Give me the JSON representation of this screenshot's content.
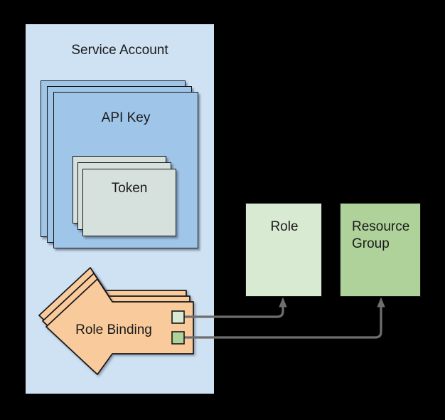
{
  "canvas": {
    "background": "#000000"
  },
  "service_account": {
    "label": "Service Account",
    "fill": "#cfe2f3"
  },
  "api_key_stack": {
    "label": "API Key",
    "fill": "#9fc5e8",
    "layers": 3
  },
  "token_stack": {
    "label": "Token",
    "fill": "#d6e0dc",
    "layers": 3
  },
  "role_binding": {
    "label": "Role Binding",
    "fill": "#f9cb9c",
    "layers": 3,
    "ports": {
      "role_port": {
        "fill": "#d9ead3"
      },
      "resource_group_port": {
        "fill": "#aed299"
      }
    }
  },
  "role_box": {
    "label": "Role",
    "fill": "#d9ead3"
  },
  "resource_group_box": {
    "label": "Resource Group",
    "fill": "#aed299"
  },
  "connectors": {
    "color": "#6e6e6e",
    "role_link": {
      "from": "role_binding.role_port",
      "to": "role_box"
    },
    "resource_group_link": {
      "from": "role_binding.resource_group_port",
      "to": "resource_group_box"
    }
  }
}
